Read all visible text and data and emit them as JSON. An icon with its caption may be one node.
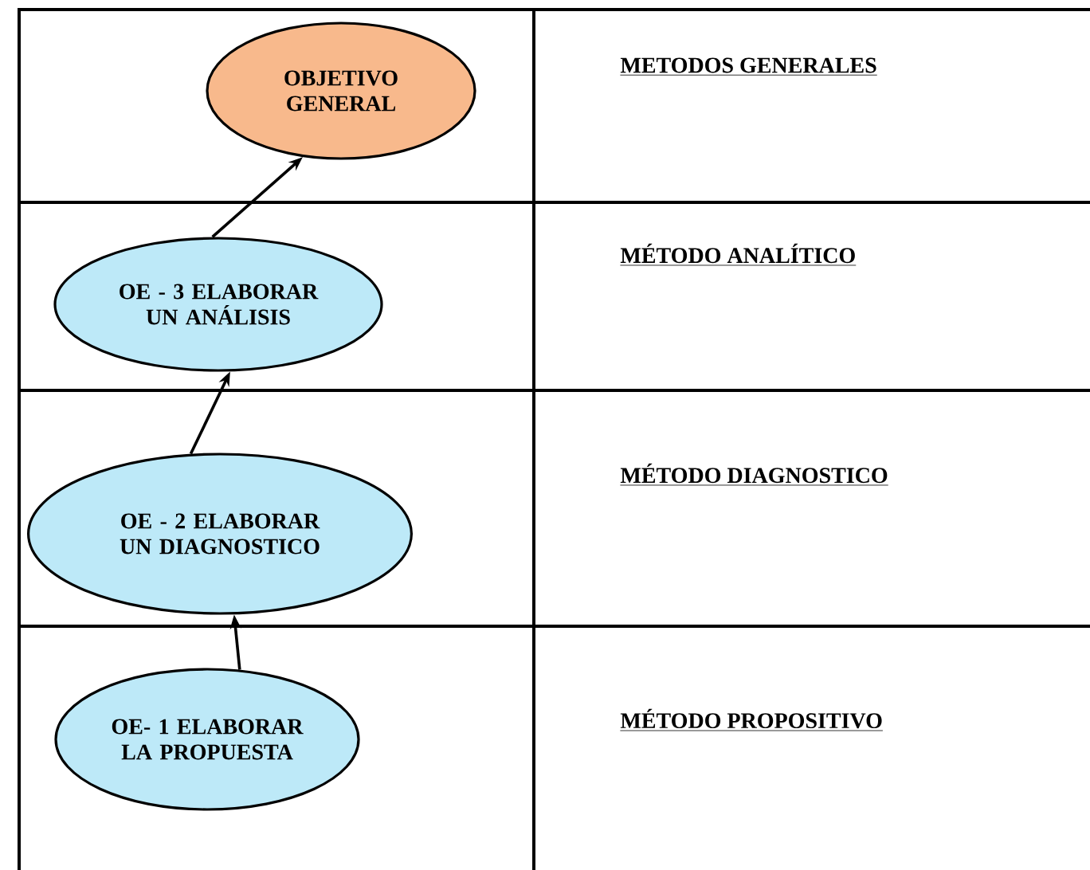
{
  "diagram": {
    "nodes": [
      {
        "text": [
          "OBJETIVO GENERAL"
        ]
      },
      {
        "text": [
          "OE - 3 ELABORAR UN ANÁLISIS"
        ]
      },
      {
        "text": [
          "OE - 2 ELABORAR UN DIAGNOSTICO"
        ]
      },
      {
        "text": [
          "OE- 1 ELABORAR LA PROPUESTA"
        ]
      }
    ],
    "edges": [
      {
        "from": 1,
        "to": 0,
        "arrow": "to"
      },
      {
        "from": 2,
        "to": 1,
        "arrow": "to"
      },
      {
        "from": 3,
        "to": 2,
        "arrow": "to"
      }
    ],
    "labels": [
      "METODOS GENERALES",
      "MÉTODO ANALÍTICO",
      "MÉTODO DIAGNOSTICO",
      "MÉTODO PROPOSITIVO"
    ]
  }
}
